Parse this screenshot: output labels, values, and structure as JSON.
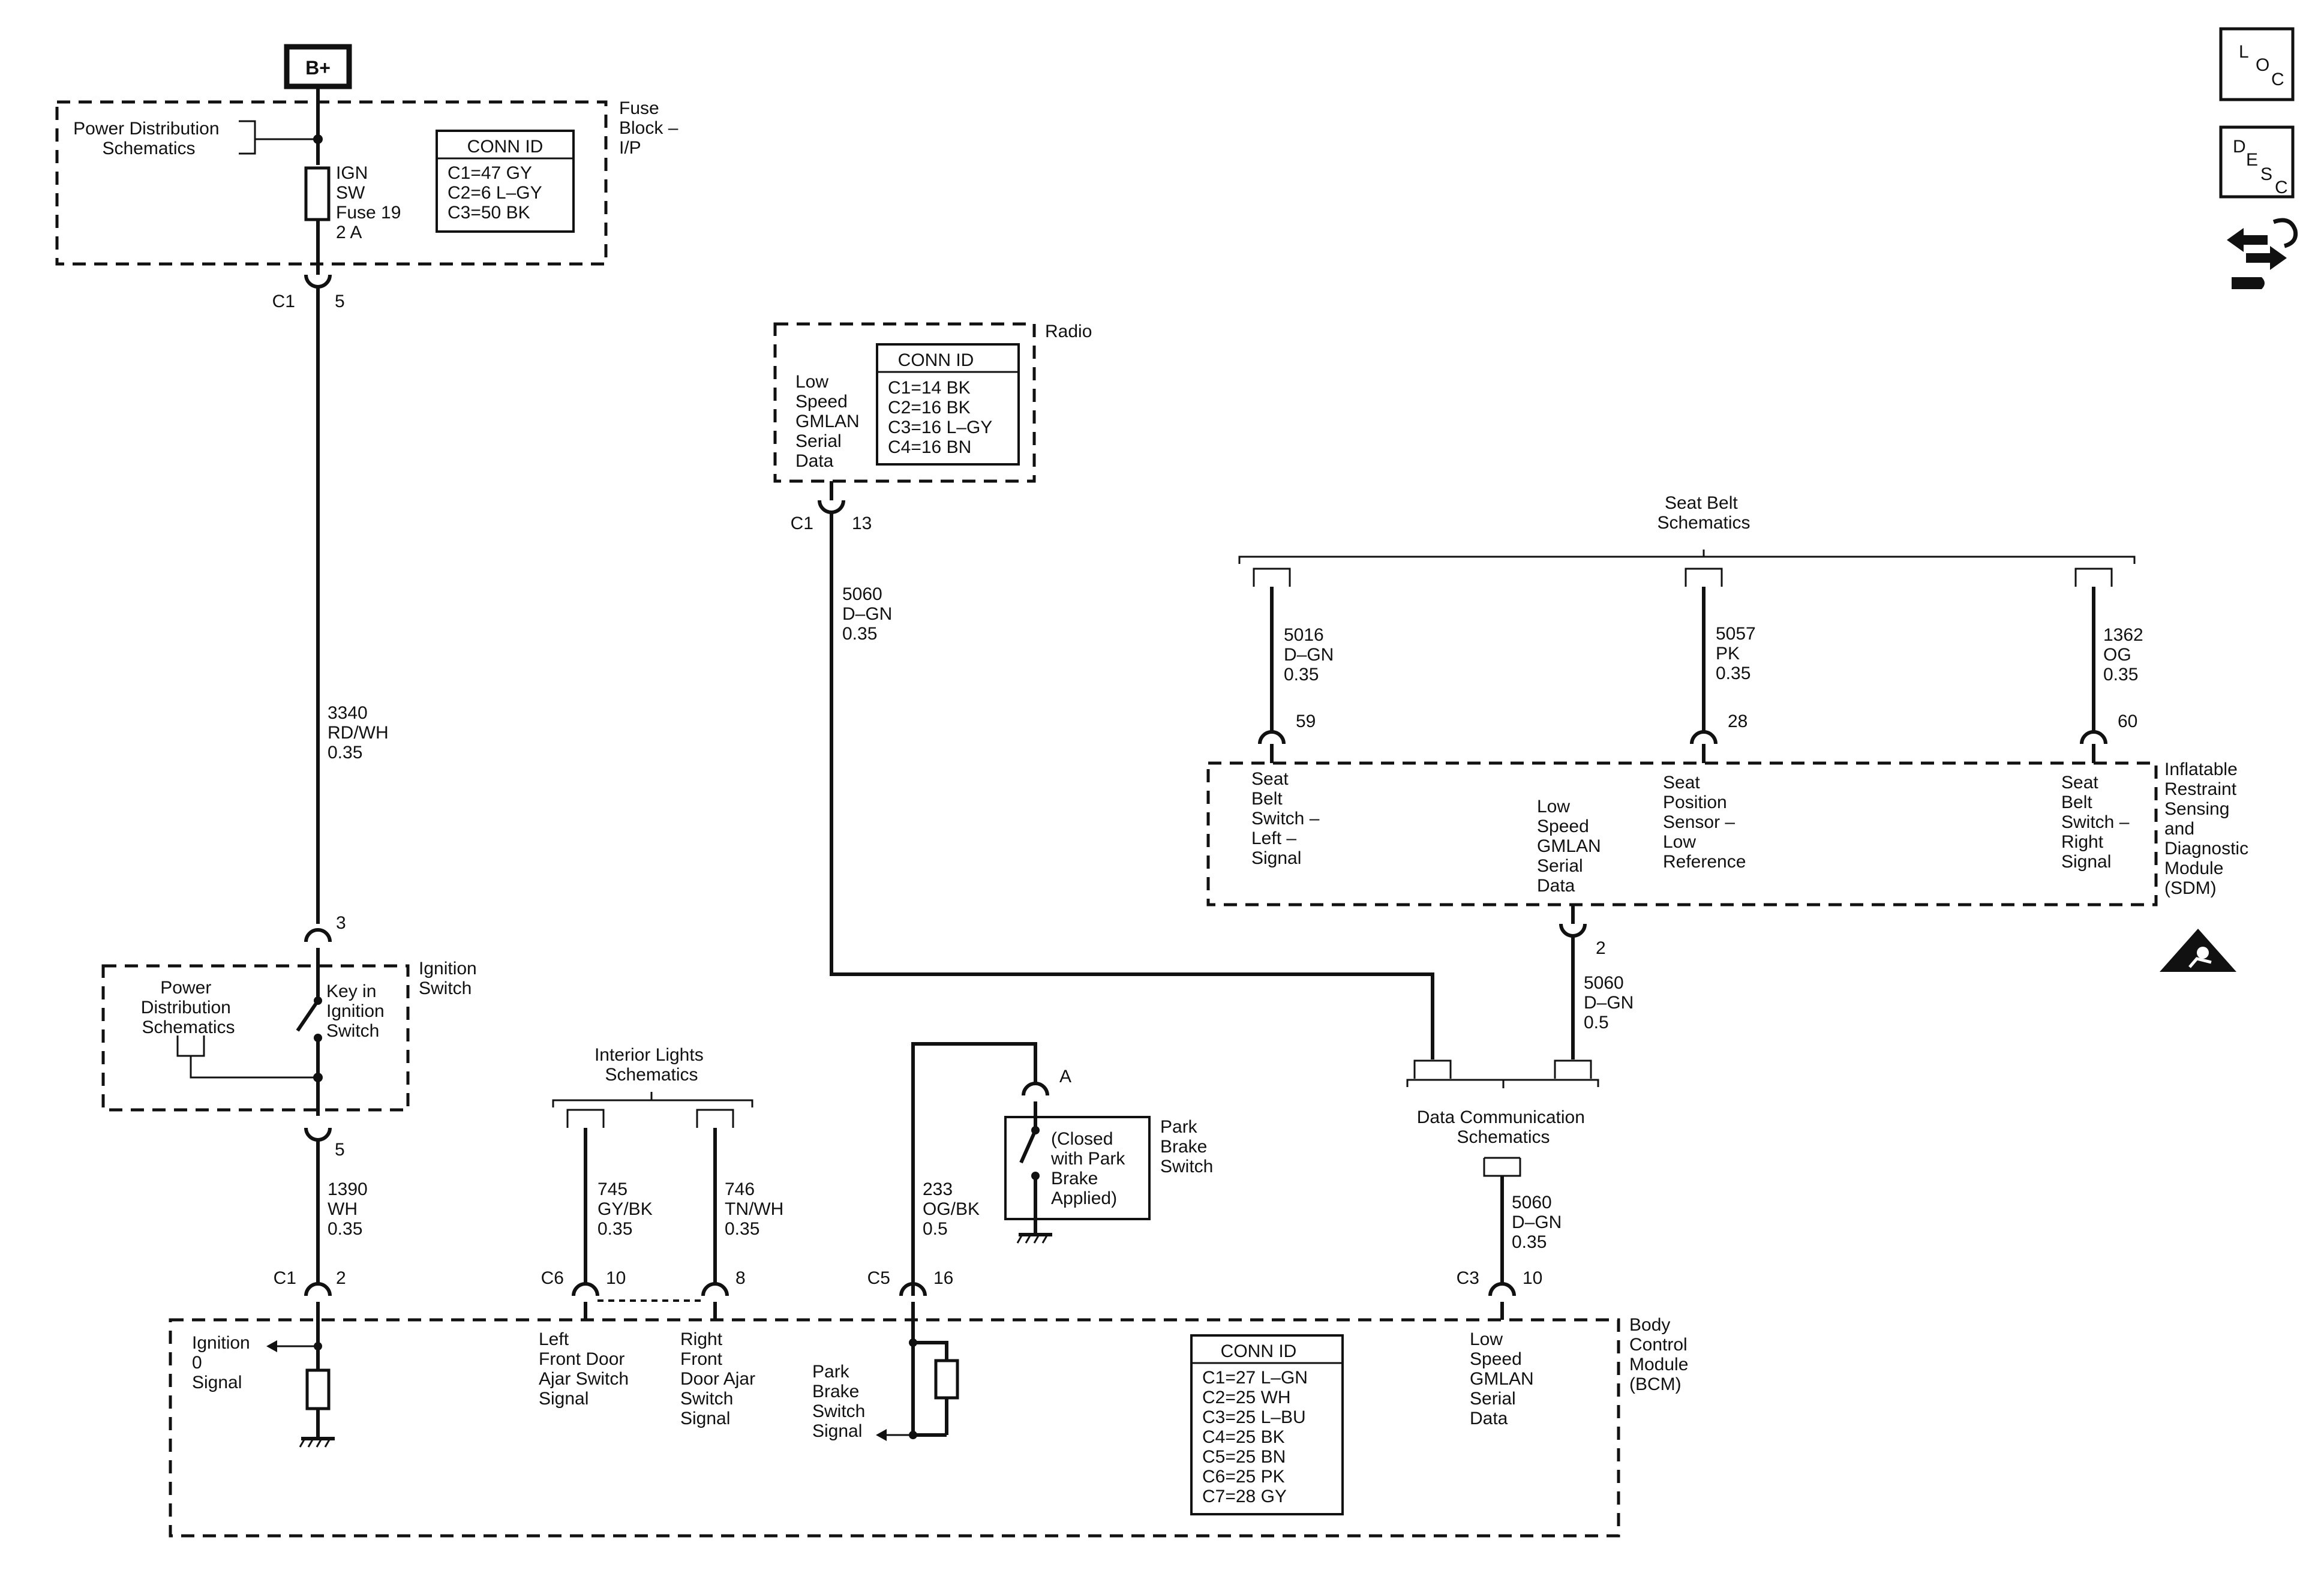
{
  "power": {
    "label": "B+"
  },
  "fuse_block": {
    "label": [
      "Fuse",
      "Block –",
      "I/P"
    ],
    "pd_ref": [
      "Power Distribution",
      "Schematics"
    ],
    "fuse": [
      "IGN",
      "SW",
      "Fuse 19",
      "2 A"
    ],
    "conn": {
      "title": "CONN ID",
      "rows": [
        "C1=47 GY",
        "C2=6 L–GY",
        "C3=50 BK"
      ]
    },
    "out_conn": "C1",
    "out_pin": "5"
  },
  "wire_3340": [
    "3340",
    "RD/WH",
    "0.35"
  ],
  "ignition_switch": {
    "label": [
      "Ignition",
      "Switch"
    ],
    "pin_top": "3",
    "pin_bottom": "5",
    "pd_ref": [
      "Power",
      "Distribution",
      "Schematics"
    ],
    "contact": [
      "Key in",
      "Ignition",
      "Switch"
    ]
  },
  "wire_1390": [
    "1390",
    "WH",
    "0.35"
  ],
  "radio": {
    "label": "Radio",
    "signal": [
      "Low",
      "Speed",
      "GMLAN",
      "Serial",
      "Data"
    ],
    "conn": {
      "title": "CONN ID",
      "rows": [
        "C1=14 BK",
        "C2=16 BK",
        "C3=16 L–GY",
        "C4=16 BN"
      ]
    },
    "out_conn": "C1",
    "out_pin": "13"
  },
  "wire_5060_radio": [
    "5060",
    "D–GN",
    "0.35"
  ],
  "seat_belt_ref": [
    "Seat Belt",
    "Schematics"
  ],
  "wire_5016": [
    "5016",
    "D–GN",
    "0.35"
  ],
  "wire_5057": [
    "5057",
    "PK",
    "0.35"
  ],
  "wire_1362": [
    "1362",
    "OG",
    "0.35"
  ],
  "sdm": {
    "label": [
      "Inflatable",
      "Restraint",
      "Sensing",
      "and",
      "Diagnostic",
      "Module",
      "(SDM)"
    ],
    "pin_59": "59",
    "pin_28": "28",
    "pin_60": "60",
    "pin_2": "2",
    "sig_left": [
      "Seat",
      "Belt",
      "Switch –",
      "Left –",
      "Signal"
    ],
    "sig_gmlan": [
      "Low",
      "Speed",
      "GMLAN",
      "Serial",
      "Data"
    ],
    "sig_pos": [
      "Seat",
      "Position",
      "Sensor –",
      "Low",
      "Reference"
    ],
    "sig_right": [
      "Seat",
      "Belt",
      "Switch –",
      "Right",
      "Signal"
    ]
  },
  "wire_5060_sdm": [
    "5060",
    "D–GN",
    "0.5"
  ],
  "data_comm_ref": [
    "Data Communication",
    "Schematics"
  ],
  "wire_5060_bcm": [
    "5060",
    "D–GN",
    "0.35"
  ],
  "interior_ref": [
    "Interior Lights",
    "Schematics"
  ],
  "wire_745": [
    "745",
    "GY/BK",
    "0.35"
  ],
  "wire_746": [
    "746",
    "TN/WH",
    "0.35"
  ],
  "wire_233": [
    "233",
    "OG/BK",
    "0.5"
  ],
  "park_brake": {
    "label": [
      "Park",
      "Brake",
      "Switch"
    ],
    "pin": "A",
    "note": [
      "(Closed",
      "with Park",
      "Brake",
      "Applied)"
    ]
  },
  "bcm": {
    "label": [
      "Body",
      "Control",
      "Module",
      "(BCM)"
    ],
    "c1": "C1",
    "c1_pin": "2",
    "c6": "C6",
    "c6_pin": "10",
    "c6_pin8": "8",
    "c5": "C5",
    "c5_pin": "16",
    "c3": "C3",
    "c3_pin": "10",
    "sig_ign": [
      "Ignition",
      "0",
      "Signal"
    ],
    "sig_lfd": [
      "Left",
      "Front Door",
      "Ajar Switch",
      "Signal"
    ],
    "sig_rfd": [
      "Right",
      "Front",
      "Door Ajar",
      "Switch",
      "Signal"
    ],
    "sig_pb": [
      "Park",
      "Brake",
      "Switch",
      "Signal"
    ],
    "sig_gmlan": [
      "Low",
      "Speed",
      "GMLAN",
      "Serial",
      "Data"
    ],
    "conn": {
      "title": "CONN ID",
      "rows": [
        "C1=27 L–GN",
        "C2=25 WH",
        "C3=25 L–BU",
        "C4=25 BK",
        "C5=25 BN",
        "C6=25 PK",
        "C7=28 GY"
      ]
    }
  },
  "icons": {
    "loc": [
      "L",
      "O",
      "C"
    ],
    "desc": [
      "D",
      "E",
      "S",
      "C"
    ]
  }
}
